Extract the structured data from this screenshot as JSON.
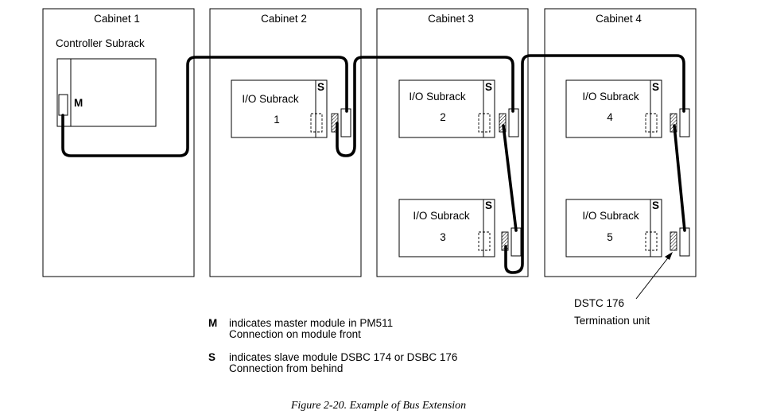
{
  "cabinets": [
    "Cabinet 1",
    "Cabinet 2",
    "Cabinet 3",
    "Cabinet 4"
  ],
  "controller_subrack_label": "Controller Subrack",
  "master_mark": "M",
  "slave_mark": "S",
  "io_subrack_label": "I/O Subrack",
  "io_subracks": [
    "1",
    "2",
    "3",
    "4",
    "5"
  ],
  "termination": {
    "line1": "DSTC 176",
    "line2": "Termination unit"
  },
  "legend": [
    {
      "key": "M",
      "line1": "indicates master module in PM511",
      "line2": "Connection on module front"
    },
    {
      "key": "S",
      "line1": "indicates slave module DSBC 174 or DSBC 176",
      "line2": "Connection from behind"
    }
  ],
  "caption": "Figure 2-20. Example of Bus Extension"
}
